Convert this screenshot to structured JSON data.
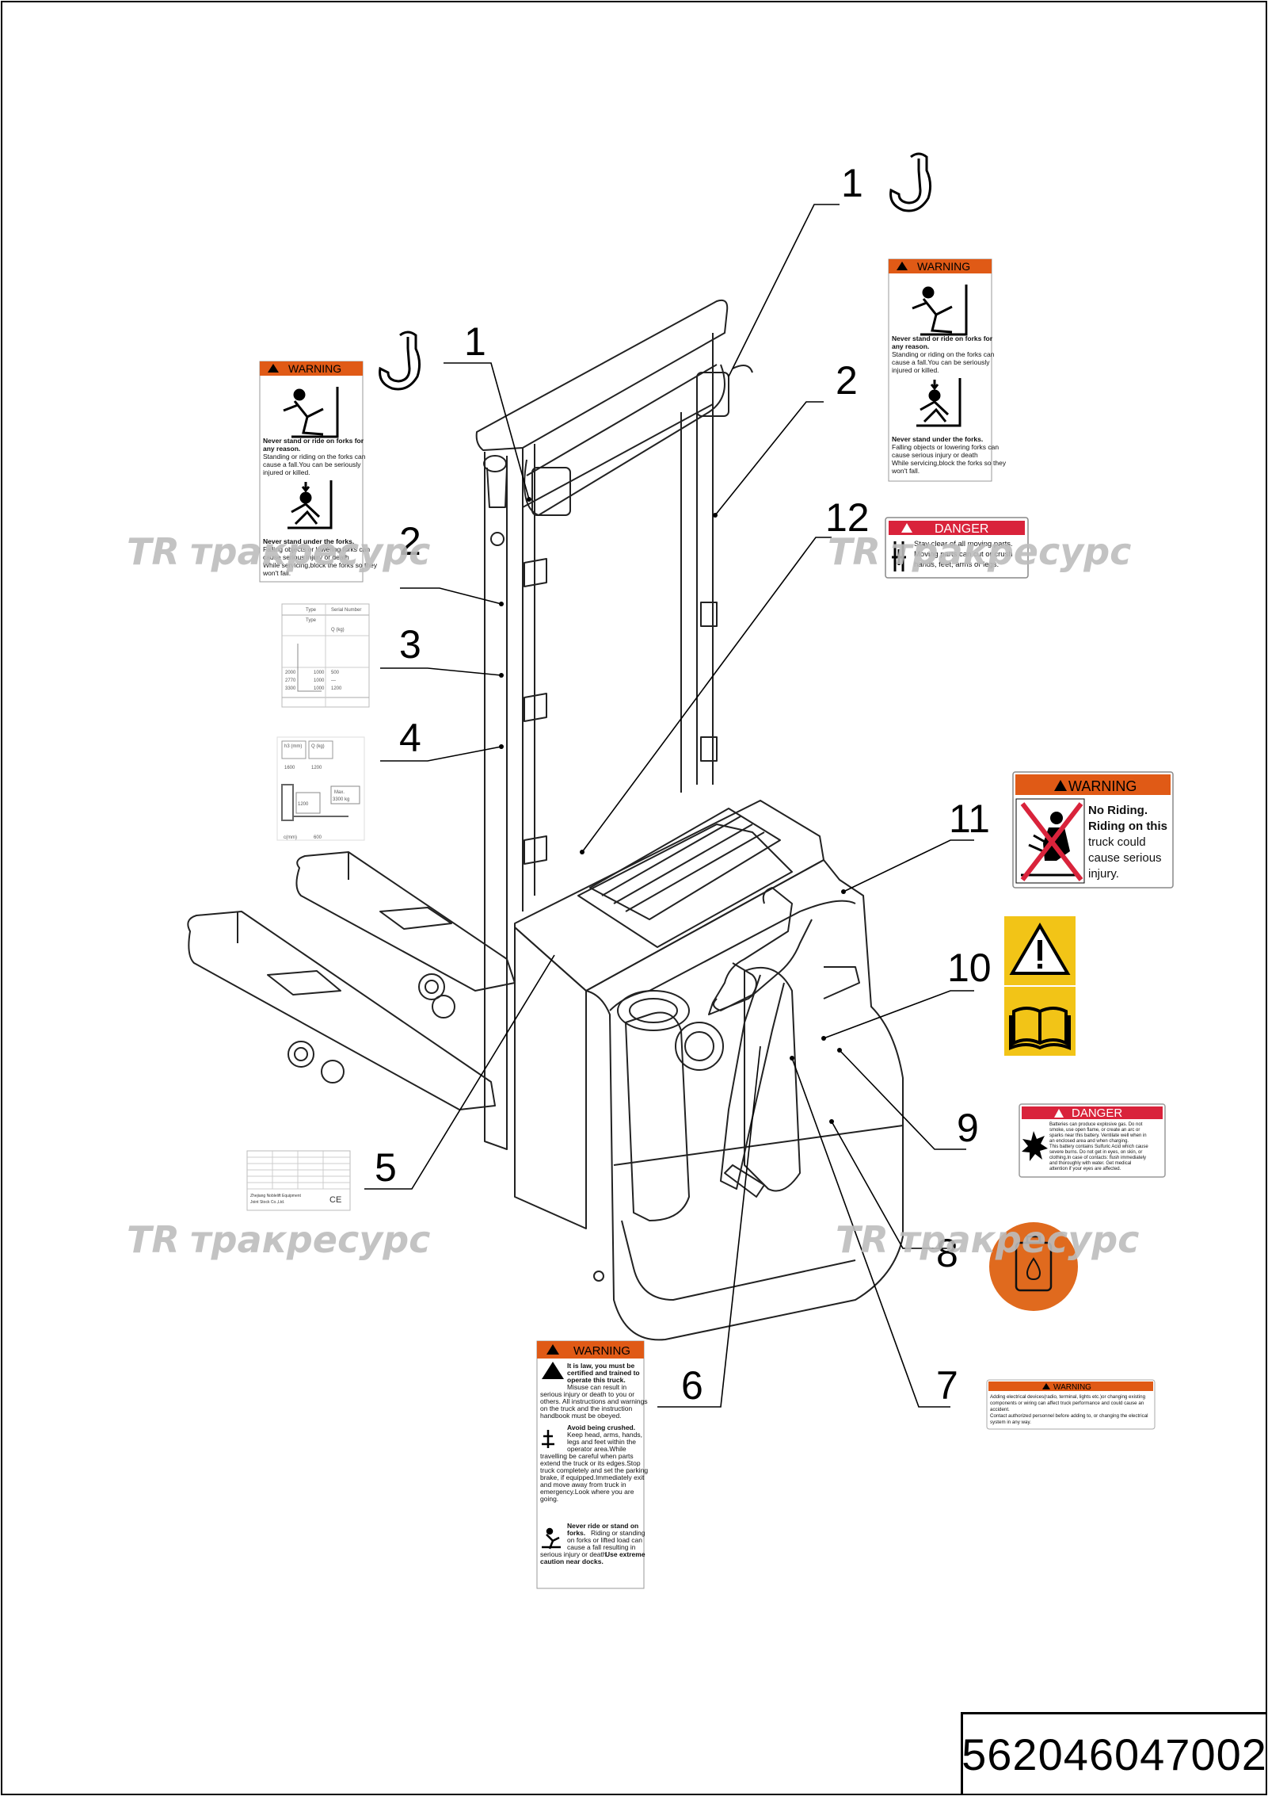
{
  "document_number": "562046047002",
  "watermark": "тракресурс",
  "watermark_logo": "TR",
  "callouts": [
    "1",
    "1",
    "2",
    "2",
    "3",
    "4",
    "5",
    "6",
    "7",
    "8",
    "9",
    "10",
    "11",
    "12"
  ],
  "labels": {
    "warning_forks": {
      "header": "WARNING",
      "line1": "Never stand or ride on forks for",
      "line2": "any reason.",
      "line3": "Standing or riding on the forks can",
      "line4": "cause a fall.You can be seriously",
      "line5": "injured or killed.",
      "line6": "Never stand under the forks.",
      "line7": "Falling objects or lowering forks can",
      "line8": "cause serious injury or death",
      "line9": "While servicing,block the forks so they",
      "line10": "won't fall."
    },
    "danger_moving": {
      "header": "DANGER",
      "line1": "Stay clear of all moving parts.",
      "line2": "Moving parts can cut or crush",
      "line3": "hands, feet, arms or legs."
    },
    "warning_no_riding": {
      "header": "WARNING",
      "line1": "No Riding.",
      "line2": "Riding on this",
      "line3": "truck could",
      "line4": "cause serious",
      "line5": "injury."
    },
    "danger_battery": {
      "header": "DANGER",
      "line1": "Batteries can produce explosive gas. Do not",
      "line2": "smoke, use open flame, or create an arc or",
      "line3": "sparks near this battery. Ventilate well when in",
      "line4": "an enclosed area and when charging.",
      "line5": "This battery contains Sulfuric Acid which cause",
      "line6": "severe burns. Do not get in eyes, on skin, or",
      "line7": "clothing.In case of contacts: flush immediately",
      "line8": "and thoroughly with water. Get medical",
      "line9": "attention if your eyes are affected."
    },
    "warning_electrical": {
      "header": "WARNING",
      "line1": "Adding electrical devices(radio, terminal, lights etc.)or changing existing",
      "line2": "components or wiring can affect truck performance and could cause an",
      "line3": "accident.",
      "line4": "Contact authorized personnel before adding to, or changing the electrical",
      "line5": "system in any way."
    },
    "warning_operator": {
      "header": "WARNING",
      "p1_bold": "It is law, you must be",
      "p1_bold2": "certified and trained to",
      "p1_bold3": "operate this truck.",
      "p1_l1": "Misuse can result in",
      "p1_l2": "serious injury or death to you or",
      "p1_l3": "others. All instructions and warnings",
      "p1_l4": "on the truck and the instruction",
      "p1_l5": "handbook must be obeyed.",
      "p2_bold": "Avoid being crushed.",
      "p2_l1": "Keep head, arms, hands,",
      "p2_l2": "legs and feet within the",
      "p2_l3": "operator area.While",
      "p2_l4": "travelling be careful when parts",
      "p2_l5": "extend the truck or its edges.Stop",
      "p2_l6": "truck completely and set the parking",
      "p2_l7": "brake, if equipped.Immediately exit",
      "p2_l8": "and move away from truck in",
      "p2_l9": "emergency.Look where you are",
      "p2_l10": "going.",
      "p3_bold": "Never ride or stand on",
      "p3_bold2": "forks.",
      "p3_l1": "Riding or standing",
      "p3_l2": "on forks or lifted load can",
      "p3_l3": "cause a fall resulting in",
      "p3_l4": "serious injury or death.",
      "p3_l5": "Use extreme",
      "p3_l6": "caution near docks."
    },
    "capacity_label": {
      "c1": "Type",
      "c2": "Serial Number",
      "c3": "Type",
      "c4": "Q (kg)",
      "r1": "2000",
      "r1b": "1000",
      "r1c": "500",
      "r2": "2770",
      "r2b": "1000",
      "r2c": "—",
      "r3": "3300",
      "r3b": "1000",
      "r3c": "1200"
    },
    "load_chart": {
      "h_label": "h3 (mm)",
      "q_label": "Q (kg)",
      "h_val": "1600",
      "q_val": "1200",
      "max_label": "Max.",
      "max_val": "3300 kg",
      "d_val": "1200",
      "x_label": "c(mm)",
      "x_val": "600"
    },
    "nameplate": {
      "ce": "CE",
      "footer1": "Zhejiang Noblelift Equipment",
      "footer2": "Joint Stock Co.,Ltd."
    }
  }
}
